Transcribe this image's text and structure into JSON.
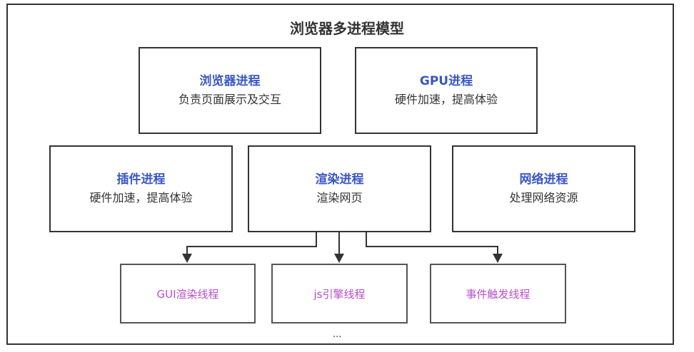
{
  "title": "浏览器多进程模型",
  "processes": [
    {
      "name": "浏览器进程",
      "desc": "负责页面展示及交互"
    },
    {
      "name": "GPU进程",
      "desc": "硬件加速，提高体验"
    },
    {
      "name": "插件进程",
      "desc": "硬件加速，提高体验"
    },
    {
      "name": "渲染进程",
      "desc": "渲染网页"
    },
    {
      "name": "网络进程",
      "desc": "处理网络资源"
    }
  ],
  "threads": [
    "GUI渲染线程",
    "js引擎线程",
    "事件触发线程"
  ],
  "ellipsis": "...",
  "colors": {
    "process_name": "#3a56c5",
    "thread_text": "#b84fc9",
    "border": "#333333"
  }
}
